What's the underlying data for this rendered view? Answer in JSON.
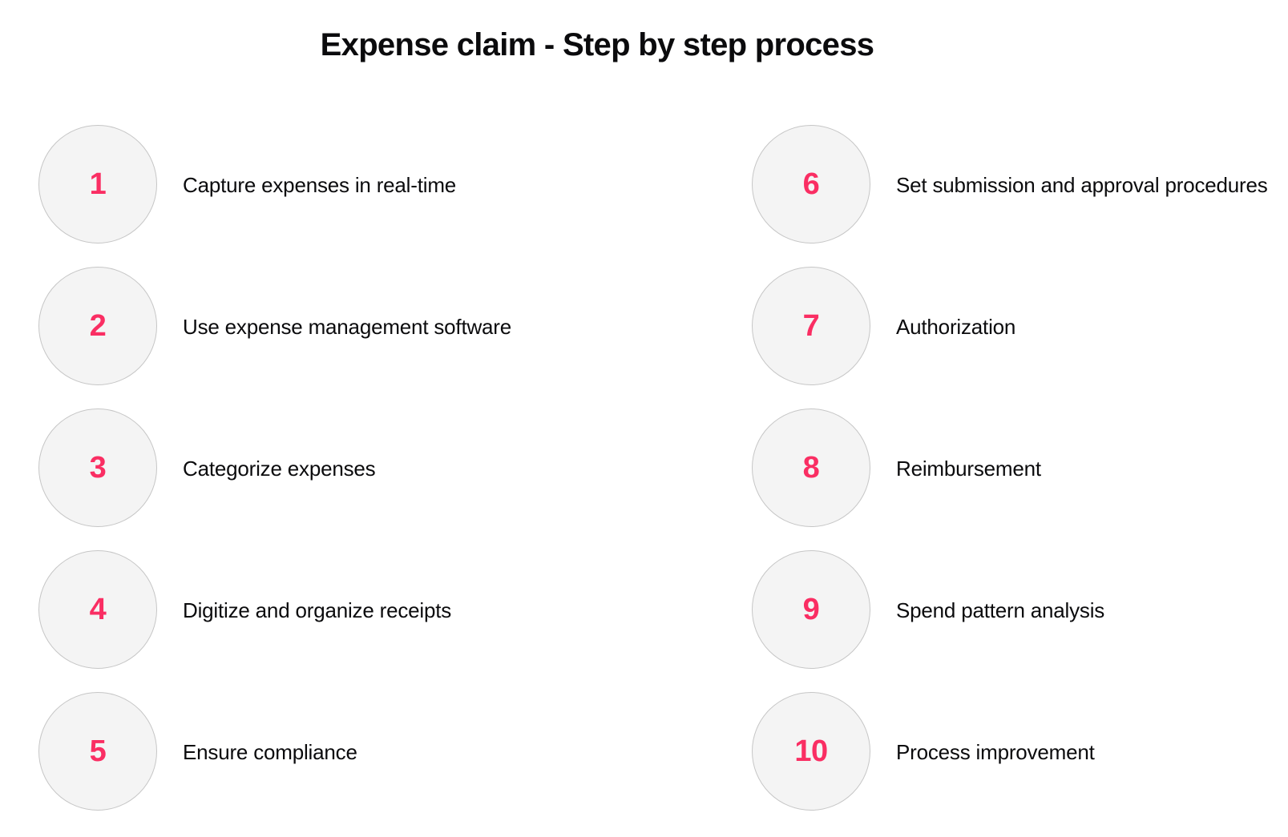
{
  "title": "Expense claim - Step by step process",
  "colors": {
    "accent_pink": "#fa2e63",
    "text": "#0b0b0d",
    "circle_fill": "#f4f4f4",
    "circle_border": "#c6c6c6",
    "background": "#ffffff"
  },
  "columns": {
    "left": {
      "steps": [
        {
          "number": "1",
          "label": "Capture expenses in real-time"
        },
        {
          "number": "2",
          "label": "Use expense management software"
        },
        {
          "number": "3",
          "label": "Categorize expenses"
        },
        {
          "number": "4",
          "label": "Digitize and organize receipts"
        },
        {
          "number": "5",
          "label": "Ensure compliance"
        }
      ]
    },
    "right": {
      "steps": [
        {
          "number": "6",
          "label": "Set submission and approval procedures"
        },
        {
          "number": "7",
          "label": "Authorization"
        },
        {
          "number": "8",
          "label": "Reimbursement"
        },
        {
          "number": "9",
          "label": "Spend pattern analysis"
        },
        {
          "number": "10",
          "label": "Process improvement"
        }
      ]
    }
  }
}
